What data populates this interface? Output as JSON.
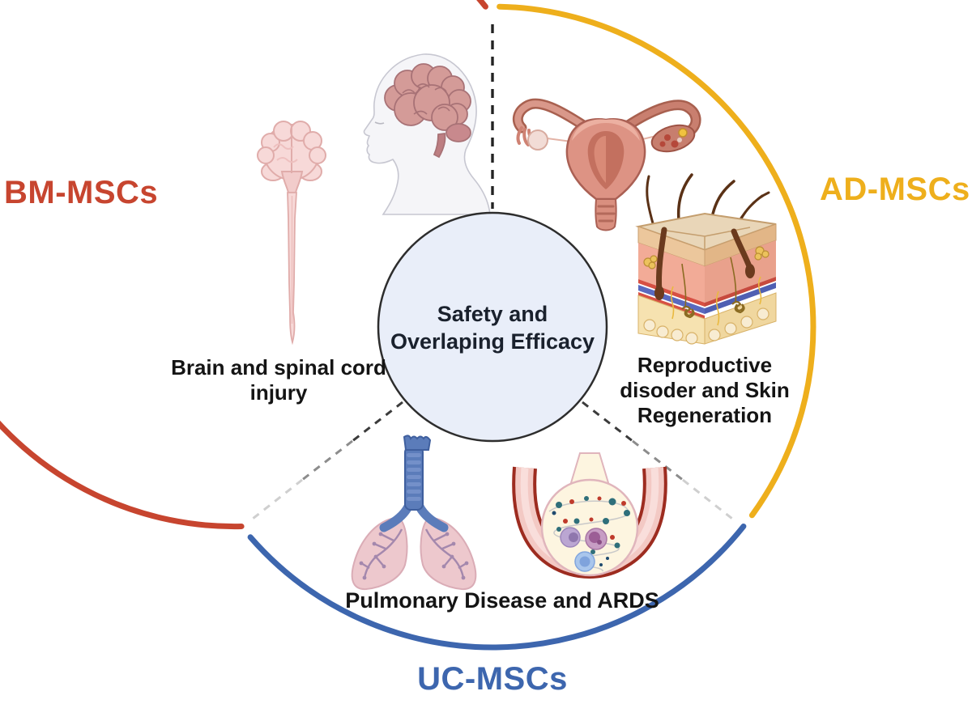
{
  "figure": {
    "center": {
      "label": "Safety and\nOverlaping Efficacy",
      "fill": "#e9eef9",
      "border_color": "#2d2d2d"
    },
    "sectors": {
      "bm": {
        "label": "BM-MSCs",
        "color": "#c7452f",
        "indication": "Brain and spinal cord\ninjury",
        "icons": [
          "brain-spinal-cord-icon",
          "head-profile-brain-icon"
        ]
      },
      "ad": {
        "label": "AD-MSCs",
        "color": "#eeaf1c",
        "indication": "Reproductive\ndisoder and Skin\nRegeneration",
        "icons": [
          "uterus-icon",
          "skin-cross-section-icon"
        ]
      },
      "uc": {
        "label": "UC-MSCs",
        "color": "#3d66ae",
        "indication": "Pulmonary Disease and ARDS",
        "icons": [
          "lungs-icon",
          "alveolus-vessel-icon"
        ]
      }
    },
    "divider_style": "dashed"
  }
}
